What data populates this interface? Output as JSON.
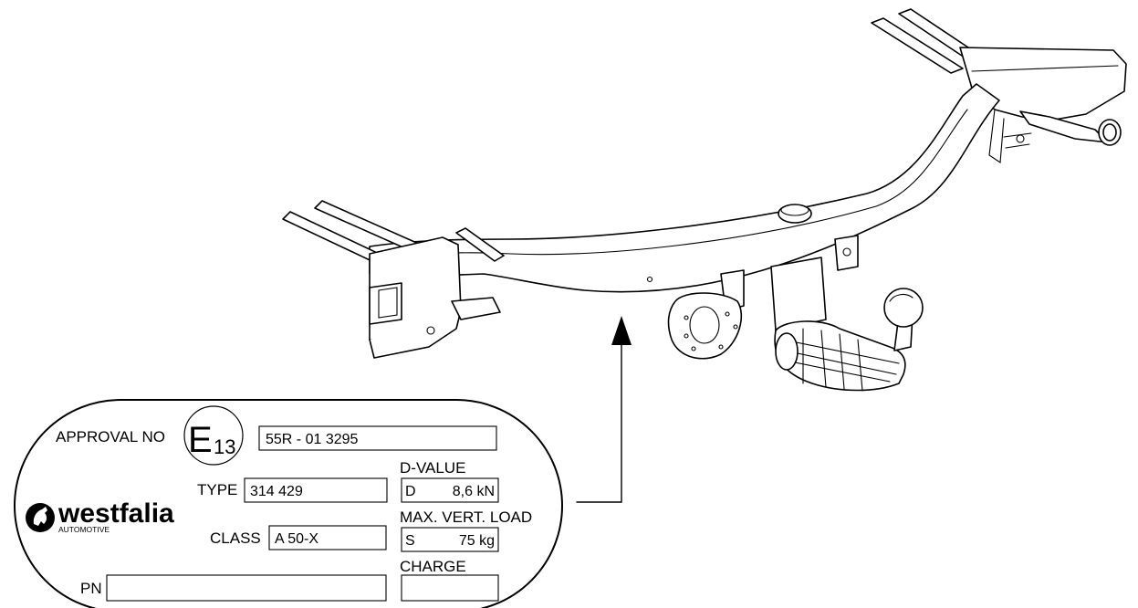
{
  "plate": {
    "approval_label": "APPROVAL NO",
    "approval_mark": "E",
    "approval_mark_sub": "13",
    "approval_number": "55R - 01 3295",
    "type_label": "TYPE",
    "type_value": "314 429",
    "class_label": "CLASS",
    "class_value": "A 50-X",
    "pn_label": "PN",
    "pn_value": "",
    "d_value_label": "D-VALUE",
    "d_symbol": "D",
    "d_value": "8,6 kN",
    "vert_load_label": "MAX. VERT. LOAD",
    "s_symbol": "S",
    "s_value": "75 kg",
    "charge_label": "CHARGE",
    "charge_value": "",
    "brand_name": "westfalia",
    "brand_sub": "AUTOMOTIVE"
  }
}
